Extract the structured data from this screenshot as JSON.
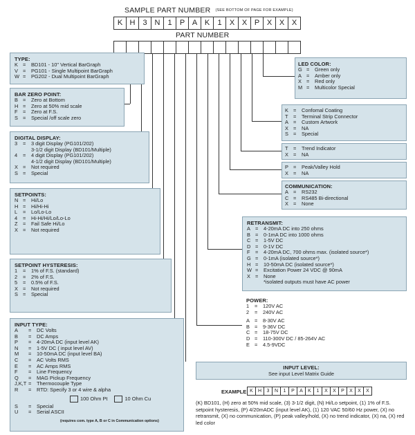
{
  "header": {
    "sample_title": "SAMPLE PART NUMBER",
    "sample_note": "(SEE BOTTOM OF PAGE FOR EXAMPLE)",
    "sample_cells": [
      "K",
      "H",
      "3",
      "N",
      "1",
      "P",
      "A",
      "K",
      "1",
      "X",
      "X",
      "P",
      "X",
      "X",
      "X"
    ],
    "part_title": "PART NUMBER"
  },
  "type": {
    "title": "TYPE:",
    "items": [
      {
        "code": "K",
        "desc": "BD101 - 10\" Vertical BarGraph"
      },
      {
        "code": "V",
        "desc": "PG101 - Single Multipoint BarGraph"
      },
      {
        "code": "W",
        "desc": "PG202 - Dual Multipoint BarGraph"
      }
    ]
  },
  "bar_zero": {
    "title": "BAR ZERO POINT:",
    "items": [
      {
        "code": "B",
        "desc": "Zero at Bottom"
      },
      {
        "code": "H",
        "desc": "Zero at 50% mid scale"
      },
      {
        "code": "F",
        "desc": "Zero at F.S."
      },
      {
        "code": "S",
        "desc": "Special /off scale zero"
      }
    ]
  },
  "digital": {
    "title": "DIGITAL DISPLAY:",
    "items": [
      {
        "code": "3",
        "desc": "3 digit Display (PG101/202)"
      },
      {
        "code": "",
        "desc": "3-1/2 digit Display (BD101/Multiple)"
      },
      {
        "code": "4",
        "desc": "4 digit Display (PG101/202)"
      },
      {
        "code": "",
        "desc": "4-1/2 digit Display (BD101/Multiple)"
      },
      {
        "code": "X",
        "desc": "Not required"
      },
      {
        "code": "S",
        "desc": "Special"
      }
    ]
  },
  "setpoints": {
    "title": "SETPOINTS:",
    "items": [
      {
        "code": "N",
        "desc": "Hi/Lo"
      },
      {
        "code": "H",
        "desc": "Hi/Hi-Hi"
      },
      {
        "code": "L",
        "desc": "Lo/Lo-Lo"
      },
      {
        "code": "4",
        "desc": "Hi-Hi/Hi/Lo/Lo-Lo"
      },
      {
        "code": "Z",
        "desc": "Fail Safe Hi/Lo"
      },
      {
        "code": "X",
        "desc": "Not required"
      }
    ]
  },
  "hysteresis": {
    "title": "SETPOINT HYSTERESIS:",
    "items": [
      {
        "code": "1",
        "desc": "1% of F.S. (standard)"
      },
      {
        "code": "2",
        "desc": "2% of F.S."
      },
      {
        "code": "5",
        "desc": "0.5% of F.S."
      },
      {
        "code": "X",
        "desc": "Not required"
      },
      {
        "code": "S",
        "desc": "Special"
      }
    ]
  },
  "input_type": {
    "title": "INPUT TYPE:",
    "items": [
      {
        "code": "A",
        "desc": "DC Volts"
      },
      {
        "code": "B",
        "desc": "DC Amps"
      },
      {
        "code": "P",
        "desc": "4-20mA DC (input level AK)"
      },
      {
        "code": "N",
        "desc": "1-5V DC ( input level AV)"
      },
      {
        "code": "M",
        "desc": "10-50mA DC (input level BA)"
      },
      {
        "code": "C",
        "desc": "AC Volts  RMS"
      },
      {
        "code": "E",
        "desc": "AC Amps  RMS"
      },
      {
        "code": "F",
        "desc": "Line Frequency"
      },
      {
        "code": "Q",
        "desc": "MAG Pickup Frequency"
      },
      {
        "code": "J,K,T",
        "desc": "Thermocouple Type"
      },
      {
        "code": "R",
        "desc": "RTD: Specify 3 or 4 wire & alpha"
      }
    ],
    "rtd_opt1": "100 Ohm Pt",
    "rtd_opt2": "10 Ohm Cu",
    "items2": [
      {
        "code": "S",
        "desc": "Special"
      },
      {
        "code": "U",
        "desc": "Serial ASCII"
      }
    ],
    "serial_note": "(requires com. type A, B or C in Communication options)"
  },
  "led": {
    "title": "LED  COLOR:",
    "items": [
      {
        "code": "G",
        "desc": "Green only"
      },
      {
        "code": "A",
        "desc": "Amber only"
      },
      {
        "code": "X",
        "desc": "Red only"
      },
      {
        "code": "M",
        "desc": "Multicolor Special"
      }
    ]
  },
  "coating": {
    "items": [
      {
        "code": "K",
        "desc": "Confomal Coating"
      },
      {
        "code": "T",
        "desc": "Terminal Strip Connector"
      },
      {
        "code": "A",
        "desc": "Custom Artwork"
      },
      {
        "code": "X",
        "desc": "NA"
      },
      {
        "code": "S",
        "desc": "Special"
      }
    ]
  },
  "trend": {
    "items": [
      {
        "code": "T",
        "desc": "Trend Indicator"
      },
      {
        "code": "X",
        "desc": "NA"
      }
    ]
  },
  "peak": {
    "items": [
      {
        "code": "P",
        "desc": "Peak/Valley Hold"
      },
      {
        "code": "X",
        "desc": "NA"
      }
    ]
  },
  "comm": {
    "title": "COMMUNICATION:",
    "items": [
      {
        "code": "A",
        "desc": "RS232"
      },
      {
        "code": "C",
        "desc": "RS485 Bi-directional"
      },
      {
        "code": "X",
        "desc": "None"
      }
    ]
  },
  "retransmit": {
    "title": "RETRANSMIT:",
    "items": [
      {
        "code": "A",
        "desc": "4-20mA DC into 250 ohms"
      },
      {
        "code": "B",
        "desc": "0-1mA DC into 1000 ohms"
      },
      {
        "code": "C",
        "desc": "1-5V DC"
      },
      {
        "code": "D",
        "desc": "0-1V DC"
      },
      {
        "code": "F",
        "desc": "4-20mA DC, 700 ohms max. (isolated source*)"
      },
      {
        "code": "G",
        "desc": "0-1mA (isolated source*)"
      },
      {
        "code": "H",
        "desc": "10-50mA DC (isolated source*)"
      },
      {
        "code": "W",
        "desc": "Excitation Power 24 VDC @ 90mA"
      },
      {
        "code": "X",
        "desc": "None"
      }
    ],
    "note": "*isolated outputs must have AC power"
  },
  "power": {
    "title": "POWER:",
    "items": [
      {
        "code": "1",
        "desc": "120V AC"
      },
      {
        "code": "2",
        "desc": "240V AC"
      },
      {
        "code": "",
        "desc": ""
      },
      {
        "code": "A",
        "desc": "8-30V AC"
      },
      {
        "code": "B",
        "desc": "9-36V DC"
      },
      {
        "code": "C",
        "desc": "18-75V DC"
      },
      {
        "code": "D",
        "desc": "110-300V DC /  85-264V AC"
      },
      {
        "code": "E",
        "desc": "4.5-9VDC"
      }
    ]
  },
  "input_level": {
    "title": "INPUT LEVEL:",
    "desc": "See input Level Matrix Guide"
  },
  "example": {
    "label": "EXAMPLE:",
    "cells": [
      "K",
      "H",
      "3",
      "N",
      "1",
      "P",
      "A",
      "K",
      "1",
      "X",
      "X",
      "P",
      "X",
      "X",
      "X"
    ],
    "text": "(K) BD101, (H) zero at 50% mid scale, (3) 3-1/2 digit, (N) Hi/Lo setpoint, (1) 1% of F.S. setpoint hysteresis, (P) 4/20mADC (input level AK), (1) 120 VAC 50/60 Hz power, (X) no retransmit, (X) no communication, (P) peak valley/hold, (X) no trend indicator, (X) na, (X) red led color"
  },
  "colors": {
    "box_fill": "#d5e3ea",
    "box_border": "#8aa4b3",
    "line": "#333333"
  }
}
